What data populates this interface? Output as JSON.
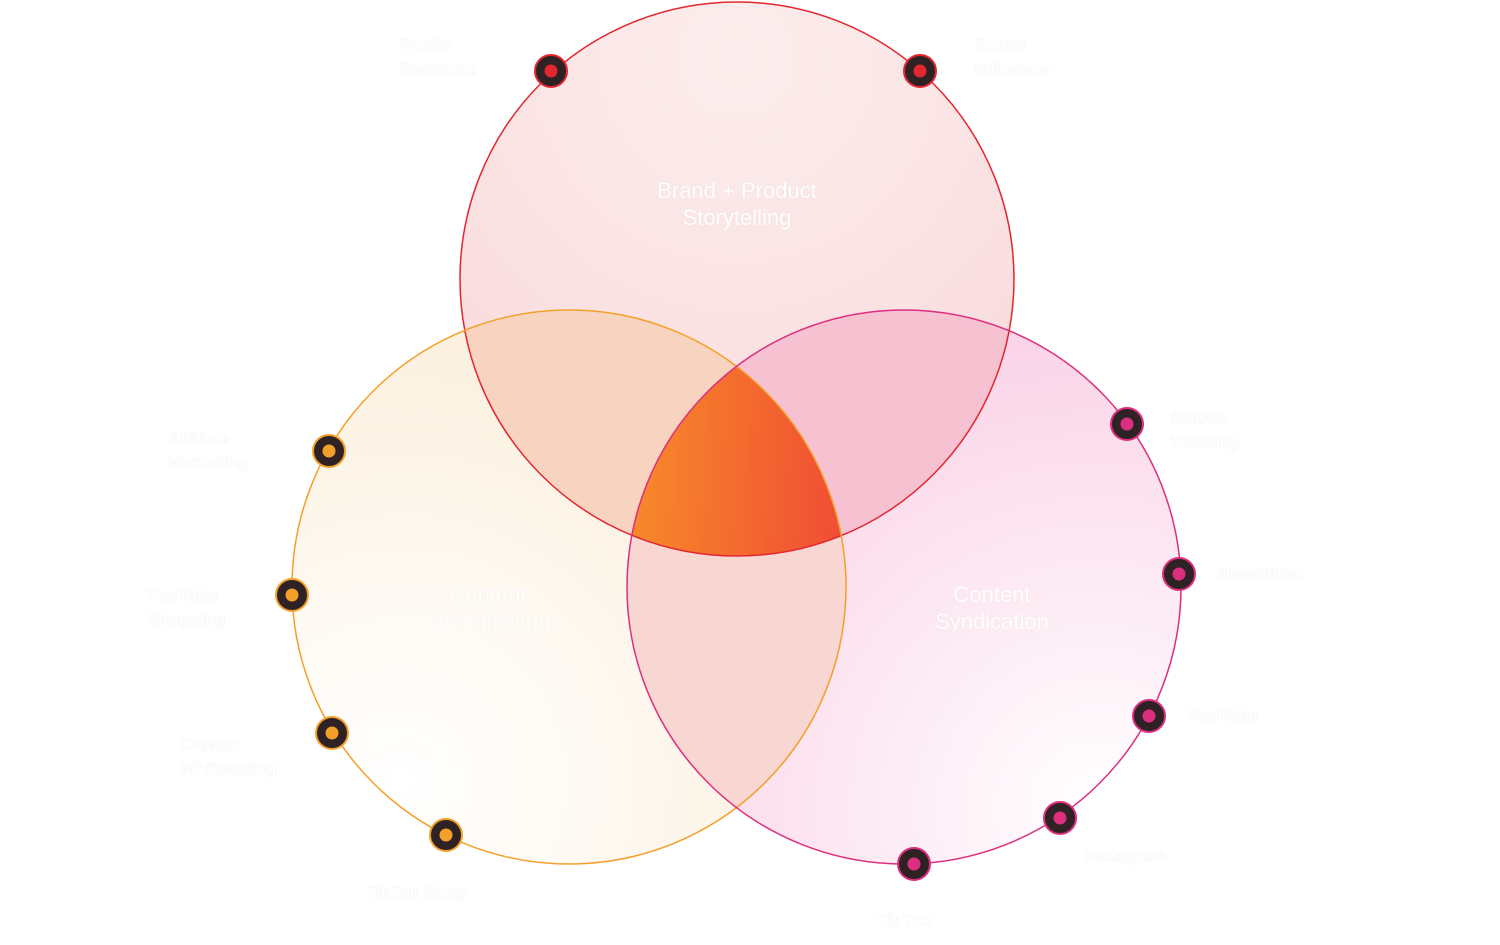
{
  "colors": {
    "storytelling": "#E3262F",
    "monetization": "#F3A02A",
    "syndication": "#DC2F7F",
    "center_orange": "#F7892A",
    "center_red": "#EE3A36",
    "center_pink": "#EE3A6E",
    "dot_ring": "#2E2224"
  },
  "circles": {
    "storytelling": {
      "title": "Brand + Product\nStorytelling"
    },
    "monetization": {
      "title": "Content\nMonetization"
    },
    "syndication": {
      "title": "Content\nSyndication"
    }
  },
  "channels": {
    "storytelling": [
      {
        "label": "Public\nRelations"
      },
      {
        "label": "Social\nInfluence"
      }
    ],
    "monetization": [
      {
        "label": "Affiliate\nMarketing"
      },
      {
        "label": "YouTube\nShopping"
      },
      {
        "label": "Creator\nWhitelisting"
      },
      {
        "label": "TikTok Shop"
      }
    ],
    "syndication": [
      {
        "label": "Search\nVisibility"
      },
      {
        "label": "Newsletter"
      },
      {
        "label": "YouTube"
      },
      {
        "label": "Instagram"
      },
      {
        "label": "TikTok"
      }
    ]
  }
}
